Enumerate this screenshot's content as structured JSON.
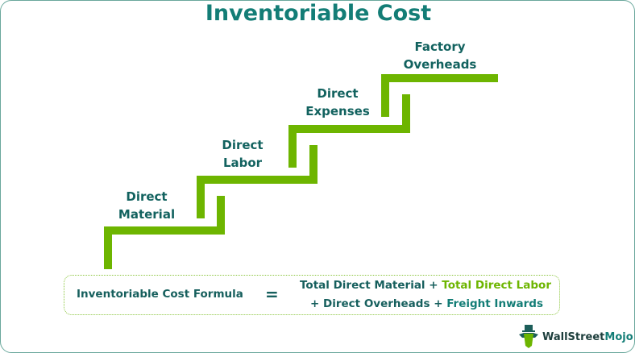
{
  "title": "Inventoriable Cost",
  "steps": [
    {
      "line1": "Direct",
      "line2": "Material"
    },
    {
      "line1": "Direct",
      "line2": "Labor"
    },
    {
      "line1": "Direct",
      "line2": "Expenses"
    },
    {
      "line1": "Factory",
      "line2": "Overheads"
    }
  ],
  "formula": {
    "label": "Inventoriable Cost Formula",
    "equals": "=",
    "term1": "Total Direct Material",
    "plus1": "+",
    "term2": "Total Direct Labor",
    "plus2": "+",
    "term3": "Direct Overheads",
    "plus3": "+",
    "term4": "Freight Inwards"
  },
  "brand": {
    "name_a": "WallStreet",
    "name_b": "Mojo"
  },
  "colors": {
    "accent_green": "#6db500",
    "teal": "#137d76"
  }
}
